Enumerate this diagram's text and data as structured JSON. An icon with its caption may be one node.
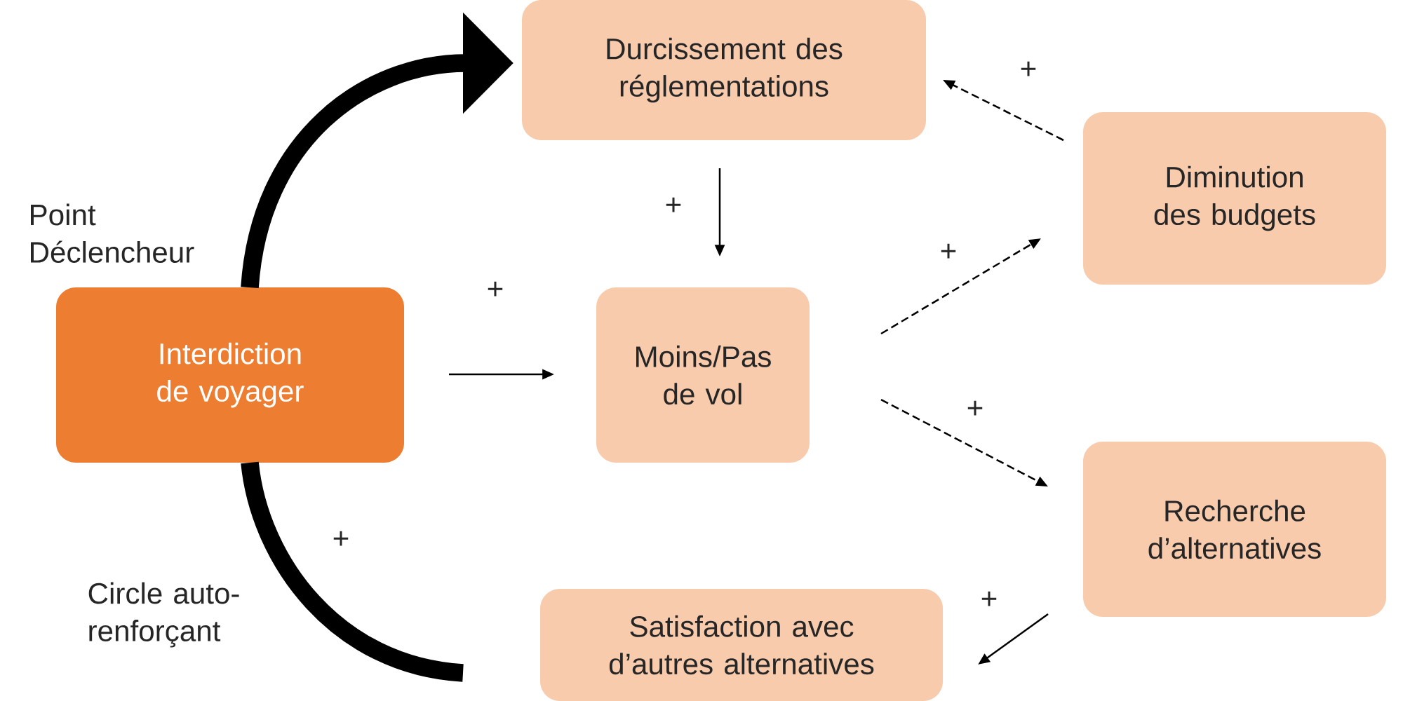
{
  "diagram": {
    "nodes": [
      {
        "text": [
          "Interdiction de voyager"
        ]
      },
      {
        "text": [
          "Durcissement des réglementations"
        ]
      },
      {
        "text": [
          "Diminution des budgets"
        ]
      },
      {
        "text": [
          "Moins/Pas de vol"
        ]
      },
      {
        "text": [
          "Recherche d’alternatives"
        ]
      },
      {
        "text": [
          "Satisfaction avec d’autres alternatives"
        ]
      }
    ],
    "edges": [
      {
        "from": 0,
        "to": 1,
        "arrow": "to",
        "style": "thick"
      },
      {
        "from": 1,
        "to": 3,
        "arrow": "to",
        "label": "+"
      },
      {
        "from": 0,
        "to": 3,
        "arrow": "to",
        "label": "+"
      },
      {
        "from": 3,
        "to": 2,
        "arrow": "to",
        "label": "+",
        "style": "dashed"
      },
      {
        "from": 3,
        "to": 4,
        "arrow": "to",
        "label": "+",
        "style": "dashed"
      },
      {
        "from": 2,
        "to": 1,
        "arrow": "to",
        "label": "+",
        "style": "dashed"
      },
      {
        "from": 4,
        "to": 5,
        "arrow": "to",
        "label": "+"
      },
      {
        "from": 5,
        "to": 0,
        "arrow": "none",
        "label": "+",
        "style": "thick"
      }
    ],
    "labels": [
      "Point Déclencheur",
      "Circle auto-renforçant"
    ]
  }
}
